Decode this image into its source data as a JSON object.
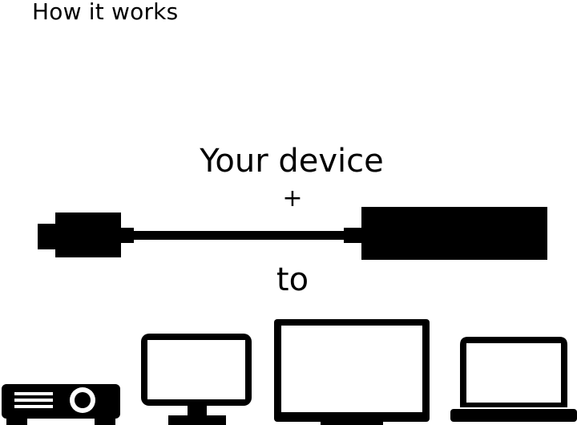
{
  "page": {
    "title": "How it works",
    "device_label": "Your device",
    "plus_symbol": "+",
    "to_label": "to"
  },
  "illustration": {
    "adapter": {
      "icon": "usb-c-to-ethernet-adapter-icon"
    },
    "targets": [
      {
        "icon": "projector-icon"
      },
      {
        "icon": "monitor-icon"
      },
      {
        "icon": "tv-icon"
      },
      {
        "icon": "laptop-icon"
      }
    ],
    "ink_color": "#000000",
    "background_color": "#ffffff"
  }
}
